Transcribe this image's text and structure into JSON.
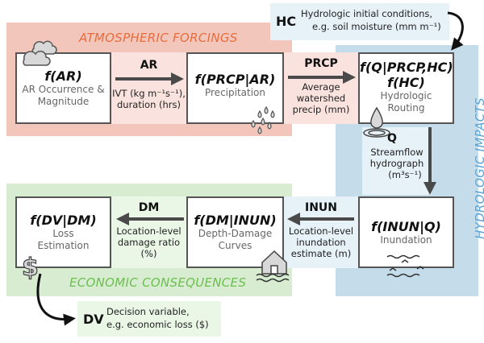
{
  "regions": {
    "atmospheric": {
      "title": "ATMOSPHERIC FORCINGS",
      "color": "#e86d3c",
      "bg": "#f3c6bb"
    },
    "hydrologic": {
      "title": "HYDROLOGIC IMPACTS",
      "color": "#5aa3d6",
      "bg": "#c5dcea"
    },
    "economic": {
      "title": "ECONOMIC CONSEQUENCES",
      "color": "#6cbf4f",
      "bg": "#d7ecd0"
    }
  },
  "boxes": {
    "ar": {
      "fn": "f(AR)",
      "desc1": "AR Occurrence &",
      "desc2": "Magnitude",
      "icon": "cloud-icon"
    },
    "prcp": {
      "fn": "f(PRCP|AR)",
      "desc1": "Precipitation",
      "icon": "raindrops-icon"
    },
    "q": {
      "fn1": "f(Q|PRCP,HC)",
      "fn2": "f(HC)",
      "desc1": "Hydrologic",
      "desc2": "Routing",
      "icon": "water-drop-icon"
    },
    "inun": {
      "fn": "f(INUN|Q)",
      "desc1": "Inundation",
      "icon": "waves-icon"
    },
    "dm": {
      "fn": "f(DM|INUN)",
      "desc1": "Depth-Damage",
      "desc2": "Curves",
      "icon": "flooded-house-icon"
    },
    "dv": {
      "fn": "f(DV|DM)",
      "desc1": "Loss",
      "desc2": "Estimation",
      "icon": "dollar-icon"
    }
  },
  "edges": {
    "ar": {
      "var": "AR",
      "line1": "IVT (kg m⁻¹s⁻¹),",
      "line2": "duration (hrs)"
    },
    "prcp": {
      "var": "PRCP",
      "line1": "Average",
      "line2": "watershed",
      "line3": "precip (mm)"
    },
    "q": {
      "var": "Q",
      "line1": "Streamflow",
      "line2": "hydrograph",
      "line3": "(m³s⁻¹)"
    },
    "inun": {
      "var": "INUN",
      "line1": "Location-level",
      "line2": "inundation",
      "line3": "estimate (m)"
    },
    "dm": {
      "var": "DM",
      "line1": "Location-level",
      "line2": "damage ratio",
      "line3": "(%)"
    }
  },
  "notes": {
    "hc": {
      "var": "HC",
      "line1": "Hydrologic initial conditions,",
      "line2": "e.g. soil moisture (mm m⁻¹)"
    },
    "dv": {
      "var": "DV",
      "line1": "Decision variable,",
      "line2": "e.g. economic loss ($)"
    }
  }
}
